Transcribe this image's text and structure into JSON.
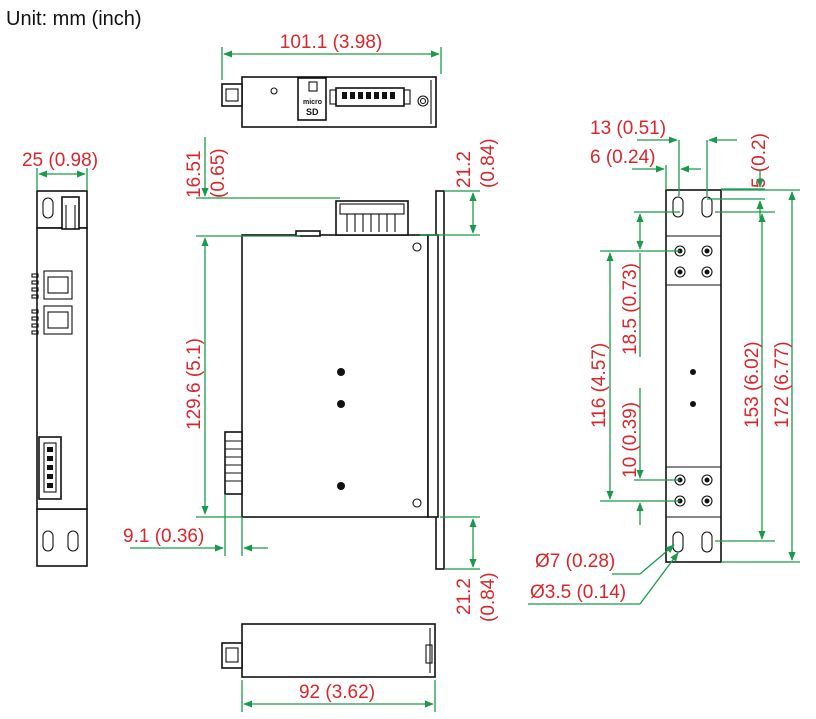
{
  "title": "Unit: mm (inch)",
  "colors": {
    "dimension_text": "#d9262b",
    "dimension_line": "#1a9a4a",
    "outline": "#111111"
  },
  "dimensions": {
    "top_width": "101.1 (3.98)",
    "side_width": "25 (0.98)",
    "din_offset_mm": "16.51",
    "din_offset_in": "(0.65)",
    "top_rail_mm": "21.2",
    "top_rail_in": "(0.84)",
    "body_height": "129.6 (5.1)",
    "bottom_rail_mm": "21.2",
    "bottom_rail_in": "(0.84)",
    "connector_depth": "9.1 (0.36)",
    "bottom_width": "92 (3.62)",
    "hole_spacing": "13 (0.51)",
    "hole_edge": "6 (0.24)",
    "top_margin": "5 (0.2)",
    "upper_group": "18.5 (0.73)",
    "inner_span": "116 (4.57)",
    "lower_gap": "10 (0.39)",
    "outer_span": "153 (6.02)",
    "total_height": "172 (6.77)",
    "slot_diameter": "Ø7 (0.28)",
    "hole_diameter": "Ø3.5 (0.14)"
  },
  "labels": {
    "sd_micro": "micro",
    "sd_sd": "SD"
  }
}
